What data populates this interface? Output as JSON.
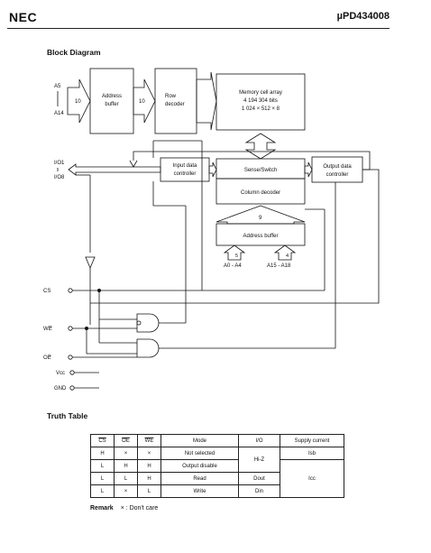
{
  "header": {
    "brand": "NEC",
    "part_number": "µPD434008"
  },
  "block_diagram": {
    "title": "Block Diagram",
    "address_in": {
      "top": "A5",
      "bottom": "A14",
      "bus_width": "10"
    },
    "address_buffer": {
      "line1": "Address",
      "line2": "buffer",
      "out_width": "10"
    },
    "row_decoder": {
      "line1": "Row",
      "line2": "decoder"
    },
    "memory_array": {
      "line1": "Memory cell array",
      "line2": "4 194 304 bits",
      "line3": "1 024 × 512 × 8"
    },
    "io": {
      "top": "I/O1",
      "bottom": "I/O8"
    },
    "input_controller": {
      "line1": "Input data",
      "line2": "controller"
    },
    "sense_switch": "Sense/Switch",
    "output_controller": {
      "line1": "Output data",
      "line2": "controller"
    },
    "column_decoder": "Column decoder",
    "col_bus_width": "9",
    "lower_address_buffer": "Address buffer",
    "lower_inputs": [
      {
        "width": "5",
        "label": "A0 - A4"
      },
      {
        "width": "4",
        "label": "A15 - A18"
      }
    ],
    "pins": {
      "cs": "CS",
      "we": "WE",
      "oe": "OE",
      "vcc": "Vcc",
      "gnd": "GND"
    }
  },
  "truth_table": {
    "title": "Truth Table",
    "headers": [
      "CS",
      "OE",
      "WE",
      "Mode",
      "I/O",
      "Supply current"
    ],
    "rows": [
      {
        "cs": "H",
        "oe": "×",
        "we": "×",
        "mode": "Not selected"
      },
      {
        "cs": "L",
        "oe": "H",
        "we": "H",
        "mode": "Output disable"
      },
      {
        "cs": "L",
        "oe": "L",
        "we": "H",
        "mode": "Read"
      },
      {
        "cs": "L",
        "oe": "×",
        "we": "L",
        "mode": "Write"
      }
    ],
    "io_values": [
      "Hi-Z",
      "Dout",
      "Din"
    ],
    "supply_values": [
      "Isb",
      "Icc"
    ]
  },
  "remark": {
    "label": "Remark",
    "text": "× : Don't care"
  }
}
